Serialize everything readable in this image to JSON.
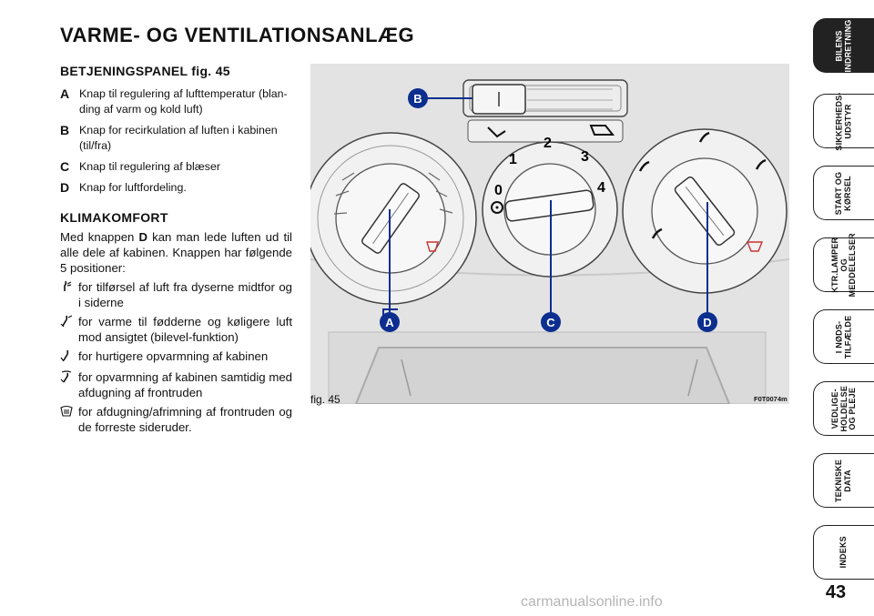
{
  "page_title": "VARME- OG VENTILATIONSANLÆG",
  "panel": {
    "heading": "BETJENINGSPANEL fig. 45",
    "items": [
      {
        "letter": "A",
        "text": "Knap til regulering af lufttemperatur (blan- ding af varm og kold luft)"
      },
      {
        "letter": "B",
        "text": "Knap for recirkulation af luften i kabinen (til/fra)"
      },
      {
        "letter": "C",
        "text": "Knap til regulering af blæser"
      },
      {
        "letter": "D",
        "text": "Knap for luftfordeling."
      }
    ]
  },
  "klima": {
    "heading": "KLIMAKOMFORT",
    "intro_pre": "Med knappen ",
    "intro_letter": "D",
    "intro_post": " kan man lede luften ud til alle dele af kabinen. Knappen har følgende 5 positioner:",
    "positions": [
      {
        "icon": "face-vent-icon",
        "text": "for tilførsel af luft fra dyserne midtfor og i siderne"
      },
      {
        "icon": "bilevel-vent-icon",
        "text": "for varme til fødderne og køligere luft mod ansigtet (bilevel-funktion)"
      },
      {
        "icon": "foot-vent-icon",
        "text": "for hurtigere opvarmning af kabinen"
      },
      {
        "icon": "foot-defrost-vent-icon",
        "text": "for opvarmning af kabinen samtidig med afdugning af frontruden"
      },
      {
        "icon": "windscreen-defrost-icon",
        "text": "for afdugning/afrimning af frontruden og de forreste sideruder."
      }
    ]
  },
  "figure": {
    "caption": "fig. 45",
    "code": "F0T0074m",
    "callouts": [
      "A",
      "B",
      "C",
      "D"
    ],
    "fan_speeds": [
      "0",
      "1",
      "2",
      "3",
      "4"
    ]
  },
  "sidebar": {
    "tabs": [
      {
        "label": "BILENS\nINDRETNING",
        "active": true
      },
      {
        "label": "SIKKERHEDS-\nUDSTYR",
        "active": false
      },
      {
        "label": "START OG\nKØRSEL",
        "active": false
      },
      {
        "label": "KTR.LAMPER\nOG\nMEDDELELSER",
        "active": false
      },
      {
        "label": "I NØDS-\nTILFÆLDE",
        "active": false
      },
      {
        "label": "VEDLIGE-\nHOLDELSE\nOG PLEJE",
        "active": false
      },
      {
        "label": "TEKNISKE\nDATA",
        "active": false
      },
      {
        "label": "INDEKS",
        "active": false
      }
    ]
  },
  "page_number": "43",
  "watermark": "carmanualsonline.info"
}
